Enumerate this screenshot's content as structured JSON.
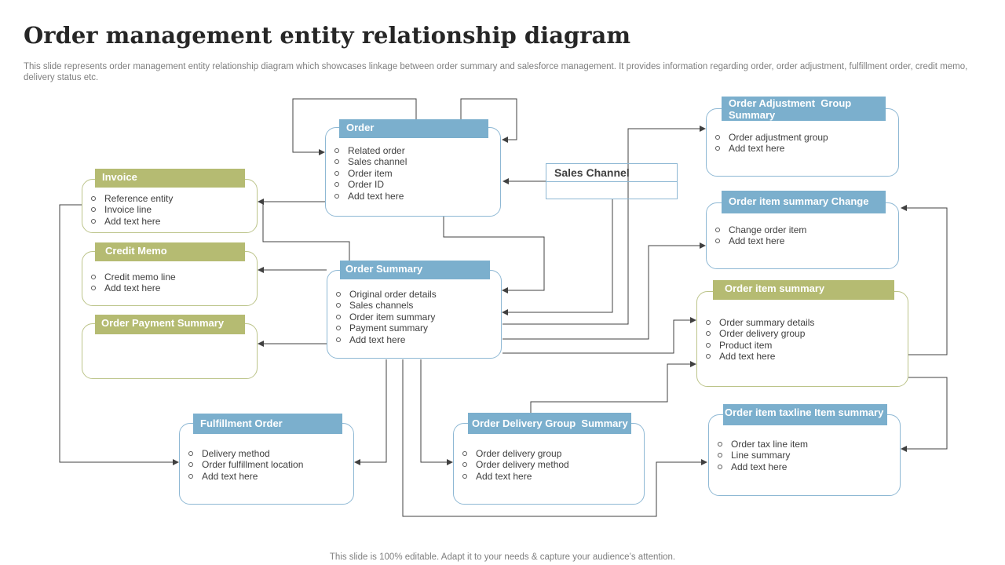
{
  "page": {
    "title": "Order management entity relationship diagram",
    "description": "This slide represents order management entity relationship diagram which showcases linkage between order summary and salesforce management. It provides information regarding order, order adjustment, fulfillment order, credit memo, delivery status etc.",
    "footer": "This slide is 100% editable. Adapt it to your needs & capture your audience’s attention."
  },
  "colors": {
    "blue_header": "#7bafcd",
    "olive_header": "#b5bb72",
    "blue_border": "#8eb8d4",
    "olive_border": "#bcc48a",
    "connector": "#404040"
  },
  "entities": {
    "order": {
      "title": "Order",
      "items": [
        "Related order",
        "Sales channel",
        "Order item",
        "Order ID",
        "Add text here"
      ]
    },
    "invoice": {
      "title": "Invoice",
      "items": [
        "Reference entity",
        "Invoice line",
        "Add text here"
      ]
    },
    "credit_memo": {
      "title": "Credit Memo",
      "items": [
        "Credit memo line",
        "Add text here"
      ]
    },
    "order_payment_summary": {
      "title": "Order Payment Summary",
      "items": []
    },
    "order_summary": {
      "title": "Order Summary",
      "items": [
        "Original order details",
        "Sales channels",
        "Order item summary",
        "Payment summary",
        "Add text here"
      ]
    },
    "sales_channel": {
      "title": "Sales Channel"
    },
    "fulfillment_order": {
      "title": "Fulfillment Order",
      "items": [
        "Delivery method",
        "Order fulfillment location",
        "Add text here"
      ]
    },
    "order_delivery_group_summary": {
      "title": "Order Delivery Group  Summary",
      "items": [
        "Order delivery group",
        "Order delivery method",
        "Add text here"
      ]
    },
    "order_adjustment_group_summary": {
      "title": "Order Adjustment  Group Summary",
      "items": [
        "Order adjustment group",
        "Add text here"
      ]
    },
    "order_item_summary_change": {
      "title": "Order item summary Change",
      "items": [
        "Change order item",
        "Add text here"
      ]
    },
    "order_item_summary": {
      "title": "Order item summary",
      "items": [
        "Order summary details",
        "Order delivery group",
        "Product item",
        "Add text here"
      ]
    },
    "order_item_taxline_item_summary": {
      "title": "Order item taxline Item summary",
      "items": [
        "Order tax line item",
        "Line summary",
        "Add text here"
      ]
    }
  }
}
